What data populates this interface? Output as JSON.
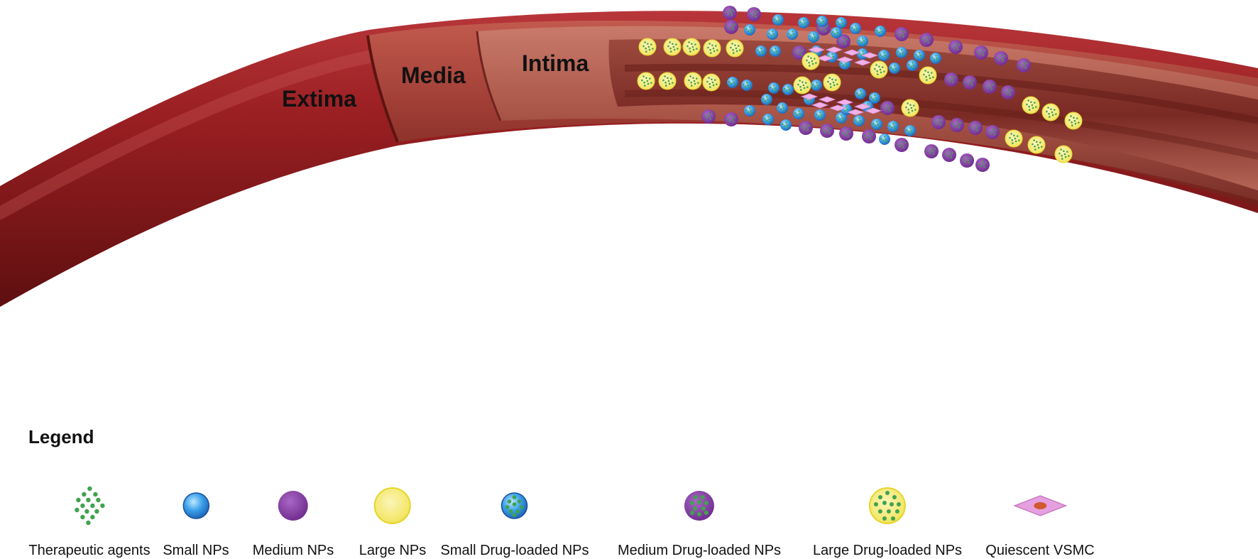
{
  "diagram": {
    "layers": [
      {
        "name": "extima",
        "label": "Extima"
      },
      {
        "name": "media",
        "label": "Media"
      },
      {
        "name": "intima",
        "label": "Intima"
      }
    ]
  },
  "legend": {
    "title": "Legend",
    "items": [
      {
        "id": "therapeutic-agents",
        "label": "Therapeutic agents",
        "icon": "therapeutic-agents-icon",
        "color": "#3fa34d"
      },
      {
        "id": "small-nps",
        "label": "Small NPs",
        "icon": "small-np-icon",
        "color": "#2f8fe0"
      },
      {
        "id": "medium-nps",
        "label": "Medium NPs",
        "icon": "medium-np-icon",
        "color": "#8a3ea8"
      },
      {
        "id": "large-nps",
        "label": "Large NPs",
        "icon": "large-np-icon",
        "color": "#f0e45a"
      },
      {
        "id": "small-drug-loaded-nps",
        "label": "Small Drug-loaded NPs",
        "icon": "small-drug-loaded-np-icon",
        "color": "#2f8fe0"
      },
      {
        "id": "medium-drug-loaded-nps",
        "label": "Medium Drug-loaded NPs",
        "icon": "medium-drug-loaded-np-icon",
        "color": "#8a3ea8"
      },
      {
        "id": "large-drug-loaded-nps",
        "label": "Large Drug-loaded NPs",
        "icon": "large-drug-loaded-np-icon",
        "color": "#f0e45a"
      },
      {
        "id": "quiescent-vsmc",
        "label": "Quiescent VSMC",
        "icon": "quiescent-vsmc-icon",
        "color": "#e6a0e0"
      }
    ]
  },
  "colors": {
    "vessel_outer": "#8e1a1c",
    "vessel_dark": "#5e0f10",
    "lumen": "#7a2420",
    "drug_green": "#3fa34d"
  }
}
